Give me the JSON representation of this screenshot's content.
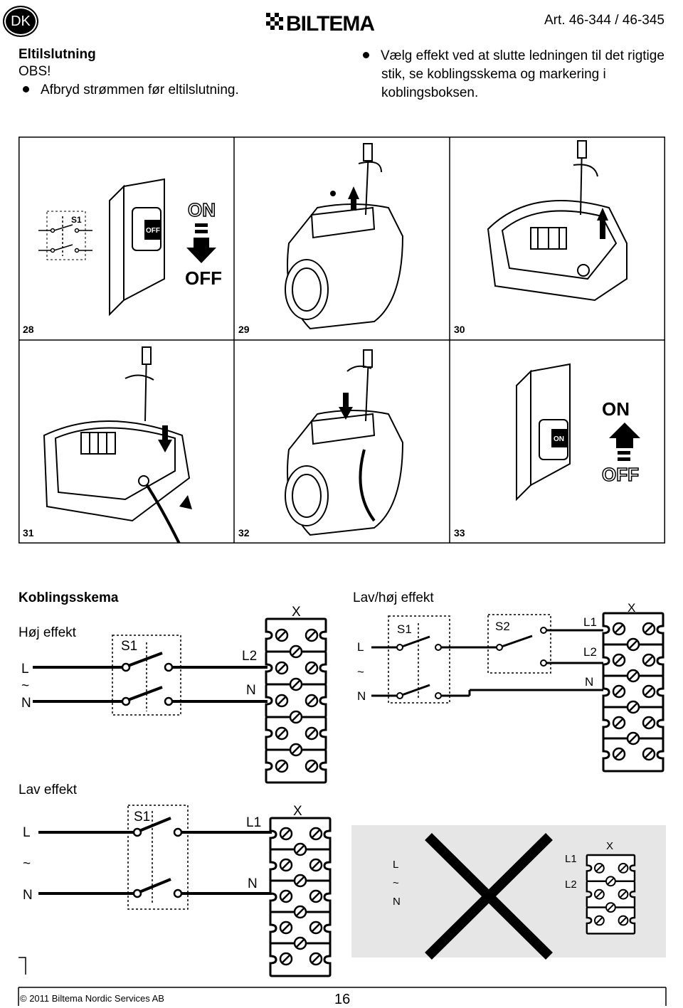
{
  "header": {
    "badge": "DK",
    "brand": "BILTEMA",
    "article": "Art. 46-344 / 46-345"
  },
  "intro": {
    "title": "Eltilslutning",
    "obs": "OBS!",
    "left_bullet": "Afbryd strømmen før eltilslutning.",
    "right_bullet": "Vælg effekt ved at slutte ledningen til det rigtige stik, se koblingsskema og markering i koblingsboksen."
  },
  "steps": {
    "labels": [
      "28",
      "29",
      "30",
      "31",
      "32",
      "33"
    ],
    "on": "ON",
    "off": "OFF",
    "switch_label": "S1"
  },
  "diagrams": {
    "section_title": "Koblingsskema",
    "high": {
      "title": "Høj effekt",
      "L": "L",
      "tilde": "~",
      "N": "N",
      "S1": "S1",
      "L2": "L2",
      "Nout": "N",
      "X": "X"
    },
    "lowhigh": {
      "title": "Lav/høj effekt",
      "L": "L",
      "tilde": "~",
      "N": "N",
      "S1": "S1",
      "S2": "S2",
      "L1": "L1",
      "L2": "L2",
      "Nout": "N",
      "X": "X"
    },
    "low": {
      "title": "Lav effekt",
      "L": "L",
      "tilde": "~",
      "N": "N",
      "S1": "S1",
      "L1": "L1",
      "Nout": "N",
      "X": "X"
    },
    "wrong": {
      "L": "L",
      "tilde": "~",
      "N": "N",
      "L1": "L1",
      "L2": "L2",
      "X": "X"
    }
  },
  "footer": {
    "copyright": "© 2011 Biltema Nordic Services AB",
    "page": "16"
  }
}
